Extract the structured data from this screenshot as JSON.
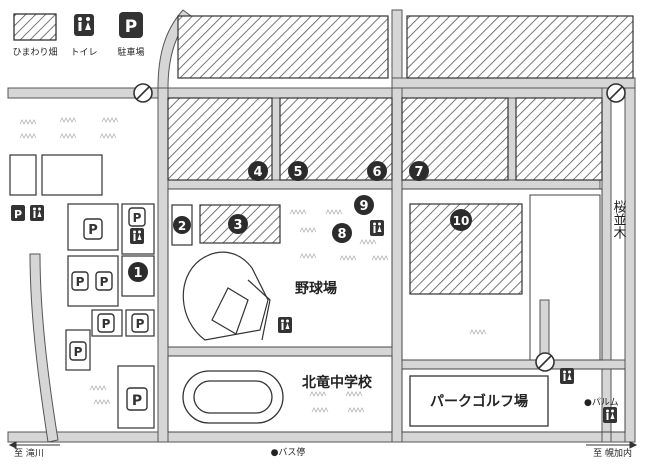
{
  "legend": {
    "sunflower_label": "ひまわり畑",
    "toilet_label": "トイレ",
    "parking_label": "駐車場",
    "parking_symbol": "P"
  },
  "markers": {
    "one": "1",
    "two": "2",
    "three": "3",
    "four": "4",
    "five": "5",
    "six": "6",
    "seven": "7",
    "eight": "8",
    "nine": "9",
    "ten": "10"
  },
  "labels": {
    "baseball_field": "野球場",
    "school": "北竜中学校",
    "park_golf": "パークゴルフ場",
    "sakura_namiki": "桜並木",
    "bus_stop": "●バス停",
    "to_takikawa": "至 滝川",
    "to_horokanai": "至 幌加内",
    "palm": "●パルム"
  },
  "colors": {
    "road": "#d4d4d4",
    "outline": "#3a3a3a",
    "marker": "#2c2c2c",
    "hatch": "#555555"
  }
}
